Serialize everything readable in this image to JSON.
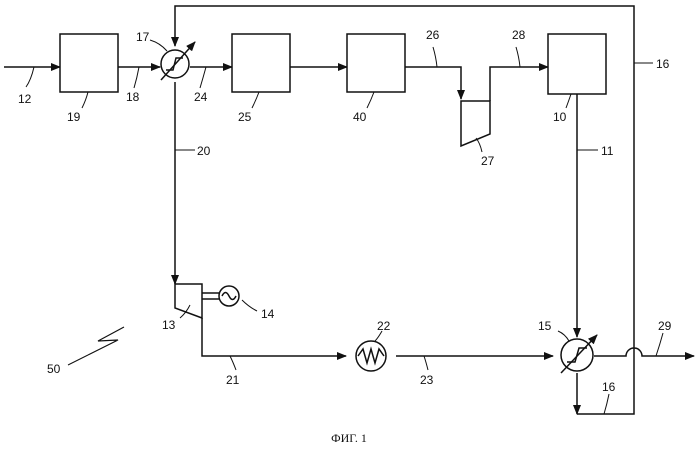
{
  "figure": {
    "caption": "ФИГ. 1",
    "labels": {
      "n10": "10",
      "n11": "11",
      "n12": "12",
      "n13": "13",
      "n14": "14",
      "n15": "15",
      "n16a": "16",
      "n16b": "16",
      "n17": "17",
      "n18": "18",
      "n19": "19",
      "n20": "20",
      "n21": "21",
      "n22": "22",
      "n23": "23",
      "n24": "24",
      "n25": "25",
      "n26": "26",
      "n27": "27",
      "n28": "28",
      "n29": "29",
      "n40": "40",
      "n50": "50"
    }
  },
  "components": [
    {
      "id": "19",
      "kind": "unit-block"
    },
    {
      "id": "25",
      "kind": "unit-block"
    },
    {
      "id": "40",
      "kind": "unit-block"
    },
    {
      "id": "10",
      "kind": "unit-block"
    },
    {
      "id": "17",
      "kind": "heat-exchanger"
    },
    {
      "id": "15",
      "kind": "heat-exchanger"
    },
    {
      "id": "22",
      "kind": "heater"
    },
    {
      "id": "27",
      "kind": "compressor"
    },
    {
      "id": "13",
      "kind": "expansion-turbine"
    },
    {
      "id": "14",
      "kind": "generator"
    }
  ]
}
